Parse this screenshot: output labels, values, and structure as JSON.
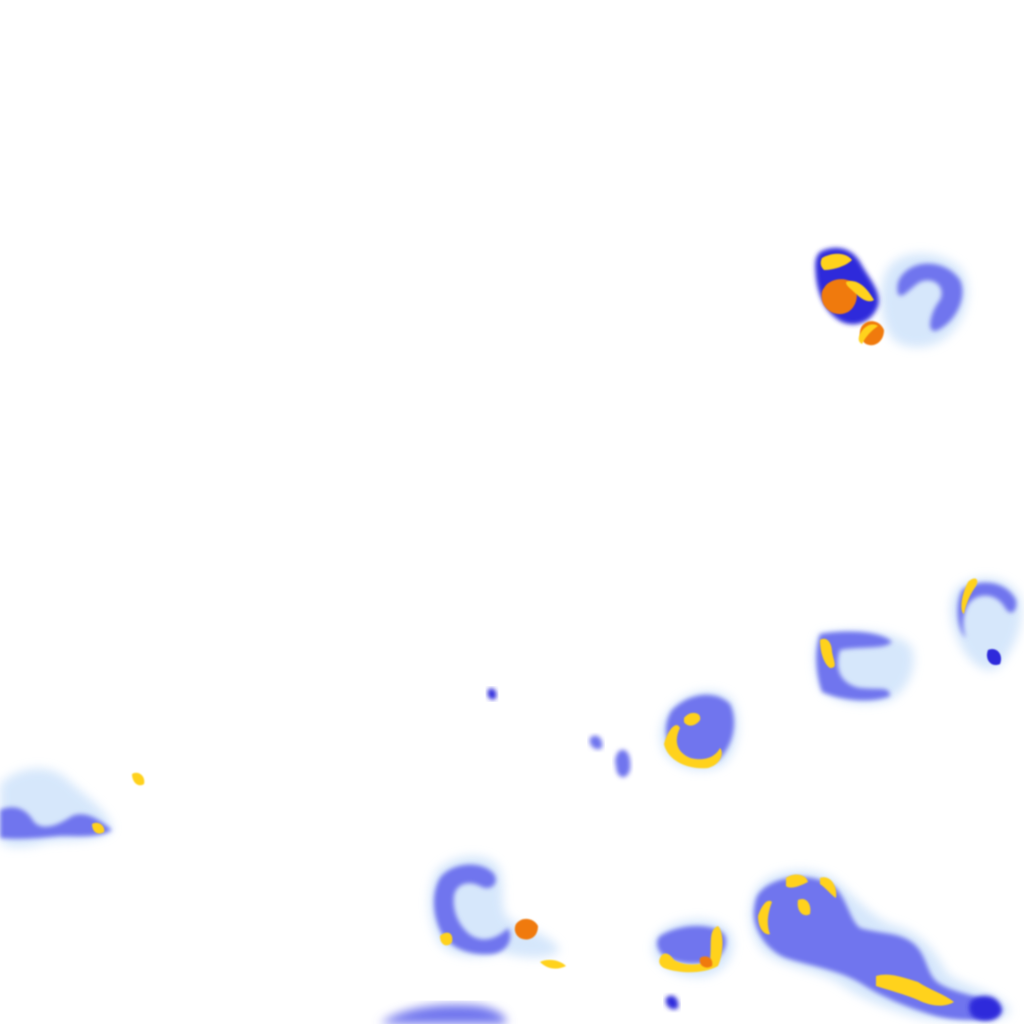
{
  "image": {
    "kind": "false-color intensity map",
    "background": "#ffffff",
    "text_visible": false
  },
  "palette": {
    "halo": "#cfe3fb",
    "low": "#a9c8f4",
    "mid": "#6f74ee",
    "deep": "#2f2cdb",
    "high": "#ffd21a",
    "hot": "#f07a10"
  },
  "colorscale_order": [
    "halo",
    "low",
    "mid",
    "deep",
    "high",
    "hot"
  ]
}
